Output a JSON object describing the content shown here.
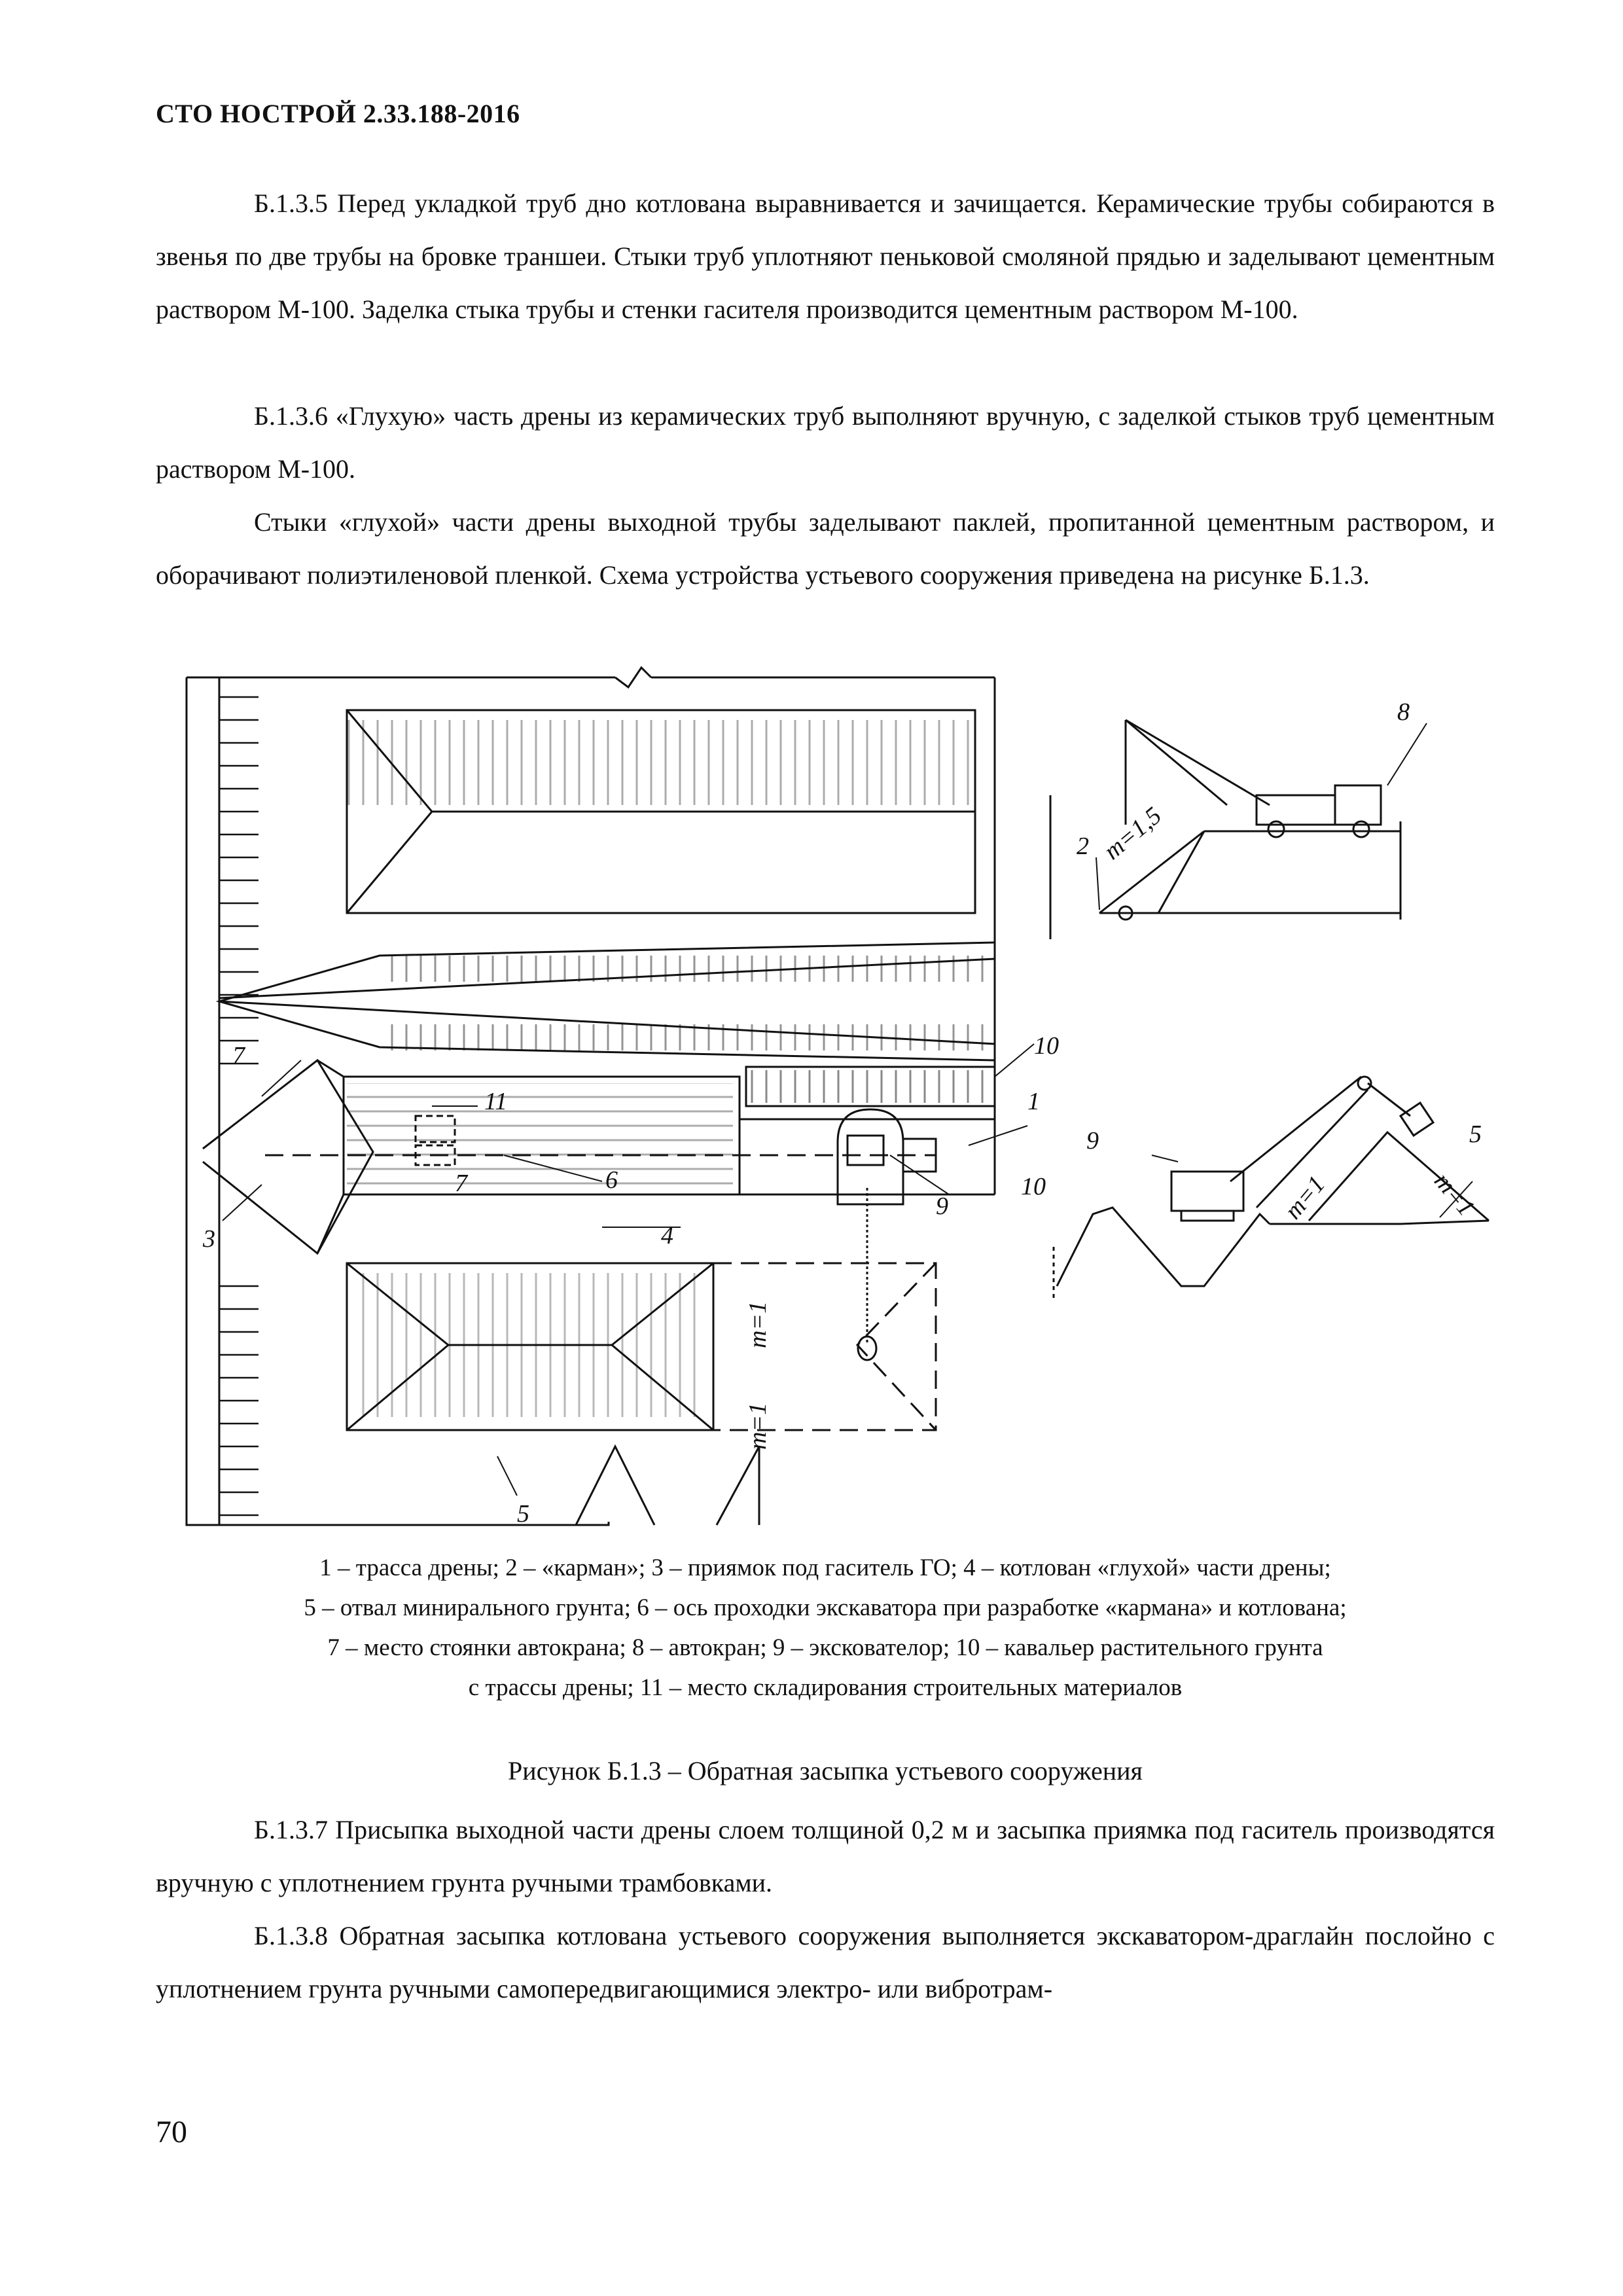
{
  "header": {
    "standard": "СТО НОСТРОЙ 2.33.188-2016"
  },
  "paragraphs": {
    "b135": "Б.1.3.5 Перед укладкой труб дно котлована выравнивается и зачищается. Керамические трубы собираются в звенья по две трубы на бровке траншеи. Стыки труб уплотняют пеньковой смоляной прядью и заделывают цементным раствором М-100. Заделка стыка трубы и стенки гасителя производится цементным раствором М-100.",
    "b136": "Б.1.3.6 «Глухую» часть дрены из керамических труб выполняют вручную, с заделкой стыков труб цементным раствором М-100.",
    "joints": "Стыки «глухой» части дрены выходной трубы заделывают паклей, пропитанной цементным раствором, и оборачивают полиэтиленовой пленкой. Схема устройства устьевого сооружения приведена на рисунке Б.1.3.",
    "b137": "Б.1.3.7 Присыпка выходной части дрены слоем толщиной 0,2 м и засыпка приямка под гаситель производятся вручную с уплотнением грунта ручными трамбовками.",
    "b138": "Б.1.3.8 Обратная засыпка котлована устьевого сооружения выполняется экскаватором-драглайн послойно с уплотнением грунта ручными самопередвигающимися электро- или вибротрам-"
  },
  "figure": {
    "labels": {
      "n1": "1",
      "n2": "2",
      "n3": "3",
      "n4": "4",
      "n5": "5",
      "n6": "6",
      "n7a": "7",
      "n7b": "7",
      "n8": "8",
      "n9a": "9",
      "n9b": "9",
      "n10a": "10",
      "n10b": "10",
      "n11": "11",
      "n5b": "5",
      "slope_15": "m=1,5",
      "slope_1a": "m=1",
      "slope_1b": "m=1",
      "slope_1c": "m=1",
      "slope_1d": "m=1"
    },
    "legend": [
      "1 – трасса дрены; 2 – «карман»; 3 – приямок под гаситель ГО; 4 – котлован «глухой» части дрены;",
      "5 – отвал минирального грунта; 6 – ось проходки экскаватора при разработке «кармана» и котлована;",
      "7 – место стоянки автокрана; 8 – автокран; 9 – экскователор; 10 – кавальер растительного грунта",
      "с трассы дрены; 11 – место складирования строительных материалов"
    ],
    "caption": "Рисунок Б.1.3 – Обратная засыпка устьевого сооружения"
  },
  "page_number": "70"
}
